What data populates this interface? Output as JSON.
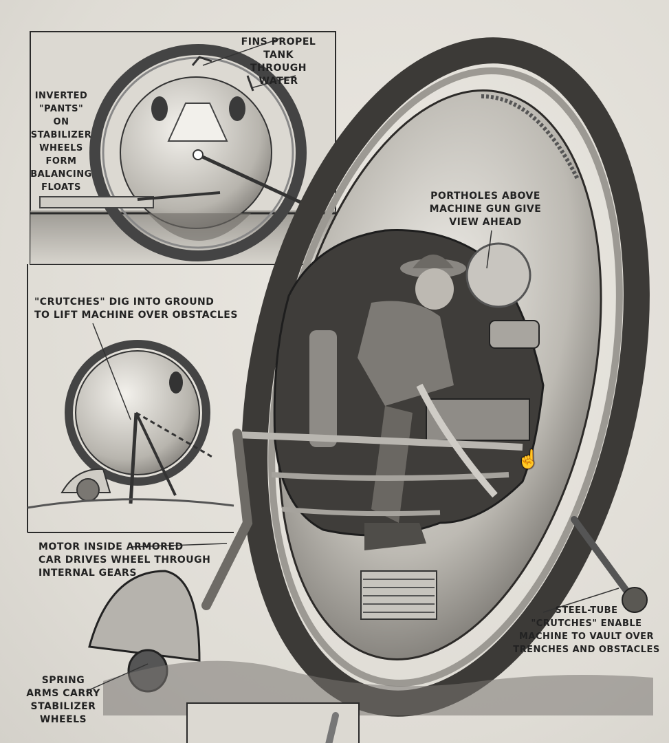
{
  "labels": {
    "fins": "FINS PROPEL\nTANK\nTHROUGH\nWATER",
    "inverted_pants": "INVERTED\n\"PANTS\" ON\nSTABILIZER\nWHEELS\nFORM\nBALANCING\nFLOATS",
    "portholes": "PORTHOLES ABOVE\nMACHINE GUN GIVE\nVIEW AHEAD",
    "crutches_dig": "\"CRUTCHES\" DIG INTO GROUND\nTO LIFT MACHINE OVER OBSTACLES",
    "motor": "MOTOR INSIDE ARMORED\nCAR DRIVES WHEEL THROUGH\nINTERNAL GEARS",
    "steel_tube": "STEEL-TUBE\n\"CRUTCHES\" ENABLE\nMACHINE TO VAULT OVER\nTRENCHES AND OBSTACLES",
    "spring_arms": "SPRING\nARMS CARRY\nSTABILIZER\nWHEELS"
  },
  "icons": {
    "cursor": "hand-pointer-icon"
  },
  "colors": {
    "paper": "#e4e1da",
    "ink": "#222222"
  }
}
